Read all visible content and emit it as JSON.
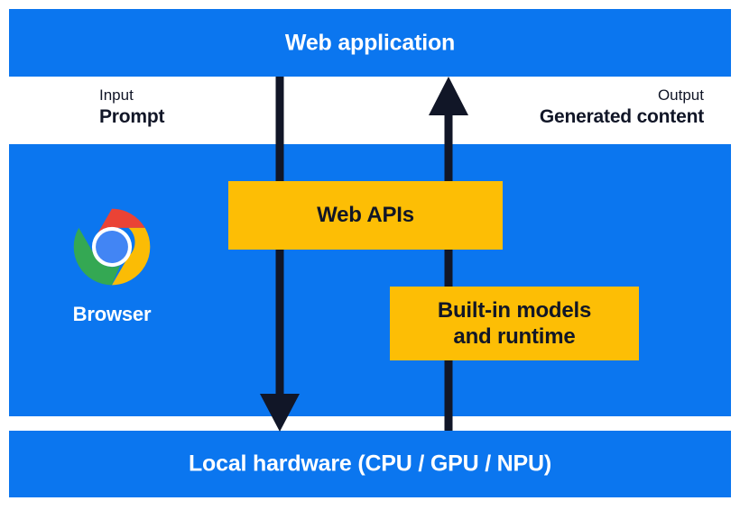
{
  "diagram": {
    "title_implied": "Browser built-in AI architecture",
    "colors": {
      "band_blue": "#0b76ef",
      "box_amber": "#fdbe05",
      "arrow_navy": "#111627",
      "band_text": "#ffffff",
      "label_text": "#111627",
      "background": "#ffffff"
    },
    "bands": {
      "top": {
        "label": "Web application"
      },
      "bottom": {
        "label": "Local hardware (CPU / GPU / NPU)"
      }
    },
    "edges": [
      {
        "id": "input",
        "kicker": "Input",
        "value": "Prompt",
        "direction": "down",
        "from": "Web application",
        "to": "Local hardware (CPU / GPU / NPU)"
      },
      {
        "id": "output",
        "kicker": "Output",
        "value": "Generated content",
        "direction": "up",
        "from": "Local hardware (CPU / GPU / NPU)",
        "to": "Web application"
      }
    ],
    "browser": {
      "label": "Browser",
      "icon": "chrome-logo"
    },
    "boxes": [
      {
        "id": "web-apis",
        "label": "Web APIs"
      },
      {
        "id": "builtin-models",
        "line1": "Built-in models",
        "line2": "and runtime"
      }
    ]
  }
}
